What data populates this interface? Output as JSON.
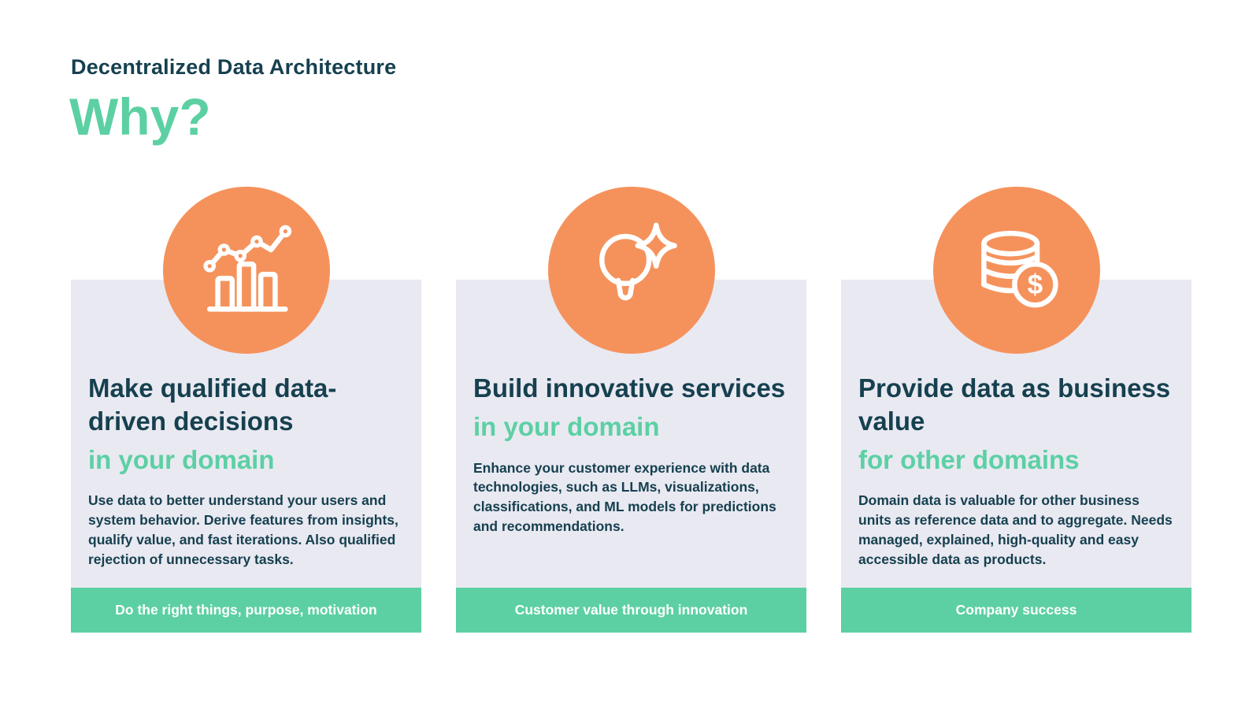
{
  "header": {
    "kicker": "Decentralized Data Architecture",
    "title": "Why?"
  },
  "cards": [
    {
      "icon": "line-bar-chart-icon",
      "title": "Make qualified data-driven decisions",
      "subtitle": "in your domain",
      "body": "Use data to better understand your users and system behavior. Derive features from insights, qualify value, and fast iterations. Also qualified rejection of unnecessary tasks.",
      "footer": "Do the right things, purpose, motivation"
    },
    {
      "icon": "lightbulb-sparkle-icon",
      "title": "Build innovative services",
      "subtitle": "in your domain",
      "body": "Enhance your customer experience with data technologies, such as LLMs, visualizations, classifications, and ML models for predictions and recommendations.",
      "footer": "Customer value through innovation"
    },
    {
      "icon": "database-dollar-icon",
      "title": "Provide data as business value",
      "subtitle": "for other domains",
      "body": "Domain data is valuable for other business units as reference data and to aggregate. Needs managed, explained, high-quality and easy accessible data as products.",
      "footer": "Company success"
    }
  ],
  "colors": {
    "accent_green": "#5cd0a3",
    "accent_orange": "#f5925c",
    "heading_dark": "#16404f",
    "card_background": "#e9e9f2"
  }
}
